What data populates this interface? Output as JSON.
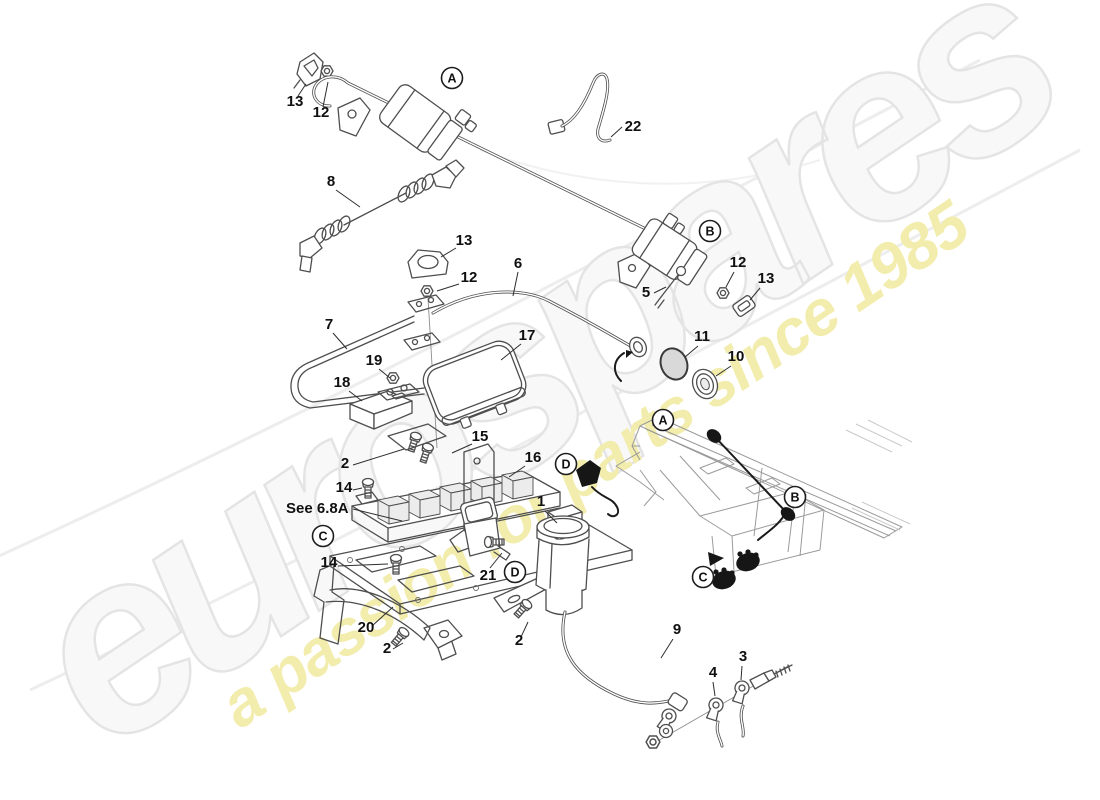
{
  "watermark": {
    "brand": "eurospares",
    "tagline": "a passion for parts since 1985",
    "brand_fill": "#f8f8f8",
    "brand_outline": "#e4e4e4",
    "tagline_color": "#f2edad"
  },
  "diagram": {
    "note": "See  6.8A",
    "callouts": [
      {
        "label": "13"
      },
      {
        "label": "12"
      },
      {
        "label": "22"
      },
      {
        "label": "8"
      },
      {
        "label": "13"
      },
      {
        "label": "12"
      },
      {
        "label": "6"
      },
      {
        "label": "5"
      },
      {
        "label": "12"
      },
      {
        "label": "13"
      },
      {
        "label": "11"
      },
      {
        "label": "10"
      },
      {
        "label": "7"
      },
      {
        "label": "17"
      },
      {
        "label": "19"
      },
      {
        "label": "18"
      },
      {
        "label": "15"
      },
      {
        "label": "2"
      },
      {
        "label": "16"
      },
      {
        "label": "14"
      },
      {
        "label": "1"
      },
      {
        "label": "21"
      },
      {
        "label": "14"
      },
      {
        "label": "20"
      },
      {
        "label": "2"
      },
      {
        "label": "2"
      },
      {
        "label": "9"
      },
      {
        "label": "4"
      },
      {
        "label": "3"
      }
    ],
    "markers": [
      {
        "letter": "A"
      },
      {
        "letter": "B"
      },
      {
        "letter": "C"
      },
      {
        "letter": "D"
      },
      {
        "letter": "A"
      },
      {
        "letter": "B"
      },
      {
        "letter": "D"
      },
      {
        "letter": "C"
      }
    ]
  }
}
